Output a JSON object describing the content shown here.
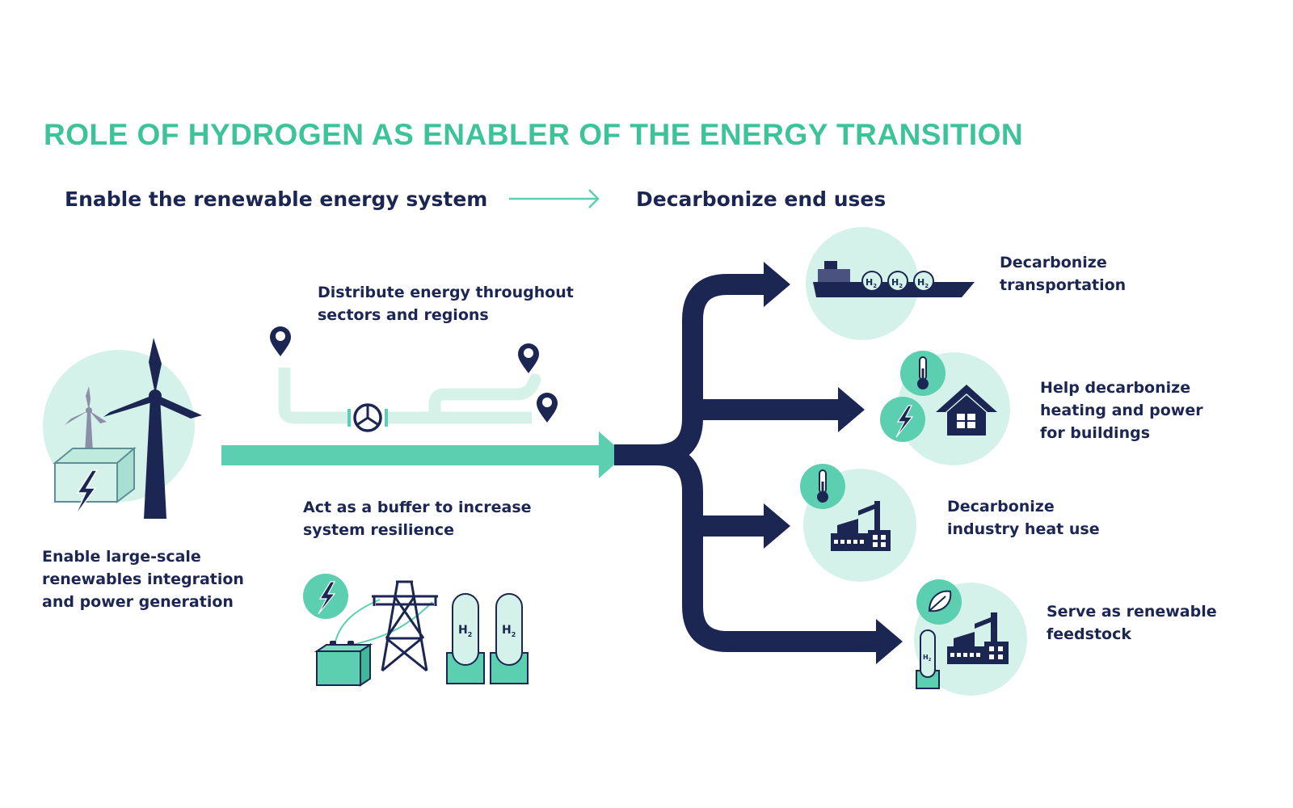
{
  "title": "ROLE OF HYDROGEN AS ENABLER OF THE ENERGY TRANSITION",
  "left_heading": "Enable the renewable energy system",
  "right_heading": "Decarbonize end uses",
  "enablers": [
    {
      "id": "renewables",
      "lines": [
        "Enable large-scale",
        "renewables integration",
        "and power generation"
      ]
    },
    {
      "id": "distribute",
      "lines": [
        "Distribute energy throughout",
        "sectors and regions"
      ]
    },
    {
      "id": "buffer",
      "lines": [
        "Act as a buffer to increase",
        "system resilience"
      ]
    }
  ],
  "end_uses": [
    {
      "id": "transport",
      "lines": [
        "Decarbonize",
        "transportation"
      ]
    },
    {
      "id": "buildings",
      "lines": [
        "Help decarbonize",
        "heating and power",
        "for buildings"
      ]
    },
    {
      "id": "industry",
      "lines": [
        "Decarbonize",
        "industry heat use"
      ]
    },
    {
      "id": "feedstock",
      "lines": [
        "Serve as renewable",
        "feedstock"
      ]
    }
  ],
  "h2_label": "H",
  "h2_subscript": "2",
  "colors": {
    "title": "#3cc39a",
    "navy": "#1c2653",
    "teal": "#5ccfb1",
    "mint": "#d5f2ea",
    "pipe": "#d6f1e8"
  }
}
